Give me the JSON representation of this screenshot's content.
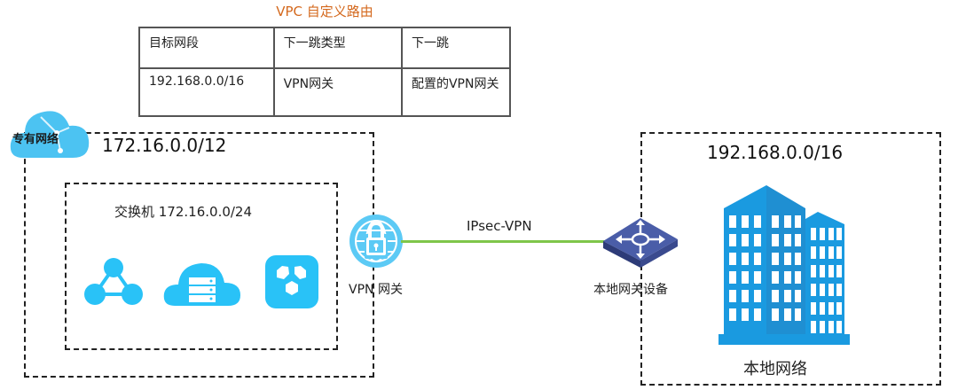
{
  "route_table": {
    "title": "VPC 自定义路由",
    "headers": [
      "目标网段",
      "下一跳类型",
      "下一跳"
    ],
    "rows": [
      [
        "192.168.0.0/16",
        "VPN网关",
        "配置的VPN网关"
      ]
    ]
  },
  "vpc": {
    "badge": "专有网络",
    "cidr": "172.16.0.0/12",
    "vswitch": {
      "label": "交换机 172.16.0.0/24",
      "resources": [
        {
          "icon": "network-topology-icon"
        },
        {
          "icon": "cloud-server-icon"
        },
        {
          "icon": "container-service-icon"
        }
      ]
    }
  },
  "vpn_gateway": {
    "label": "VPN 网关"
  },
  "link": {
    "label": "IPsec-VPN",
    "color": "#7fc64a"
  },
  "local_gateway": {
    "label": "本地网关设备"
  },
  "local_network": {
    "cidr": "192.168.0.0/16",
    "label": "本地网络"
  },
  "colors": {
    "accent_blue": "#29c2f7",
    "building_blue": "#1a9ae0",
    "router_navy": "#3c4e94",
    "title_orange": "#d4691e"
  }
}
